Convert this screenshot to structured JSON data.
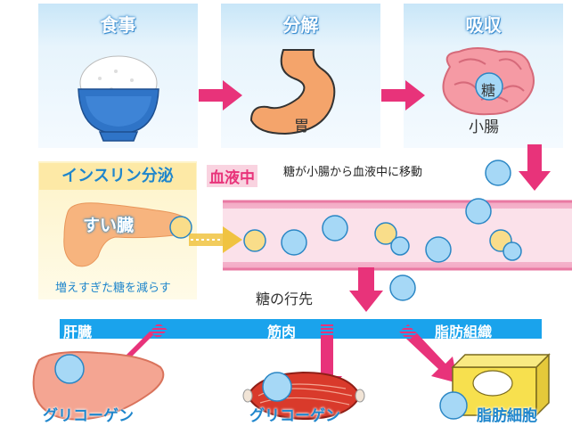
{
  "panels": [
    {
      "title": "食事"
    },
    {
      "title": "分解",
      "organ_label": "胃"
    },
    {
      "title": "吸収",
      "organ_label": "小腸",
      "glucose_label": "糖"
    }
  ],
  "absorption_caption": "糖が小腸から血液中に移動",
  "blood_label": "血液中",
  "insulin": {
    "title": "インスリン分泌",
    "organ_label": "すい臓",
    "caption": "増えすぎた糖を減らす"
  },
  "destination_caption": "糖の行先",
  "targets": [
    {
      "name": "肝臓",
      "result": "グリコーゲン"
    },
    {
      "name": "筋肉",
      "result": "グリコーゲン"
    },
    {
      "name": "脂肪組織",
      "result": "脂肪細胞"
    }
  ],
  "colors": {
    "arrow": "#e8337a",
    "bar": "#1aa3ec",
    "glucose": "#a6d8f6",
    "insulin": "#f9dd8a",
    "vessel": "#f7c2d5",
    "panel": "#dff0fb"
  }
}
